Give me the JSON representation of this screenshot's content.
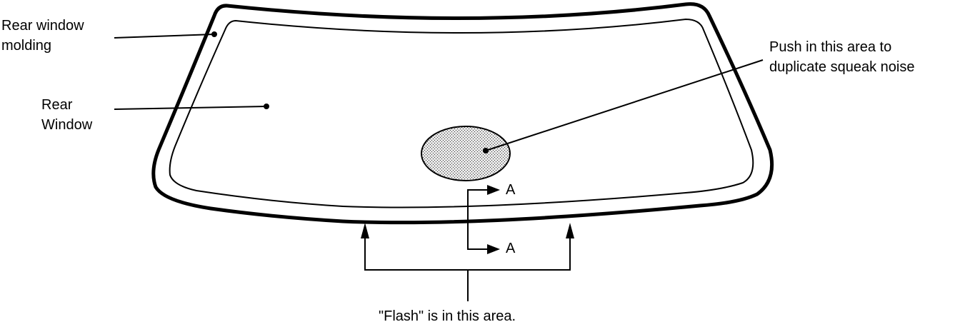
{
  "labels": {
    "molding": [
      "Rear window",
      "molding"
    ],
    "window": [
      "Rear",
      "Window"
    ],
    "squeak": [
      "Push in this area to",
      "duplicate squeak noise"
    ],
    "flash": "\"Flash\" is in this area.",
    "section_marker": "A"
  },
  "colors": {
    "line": "#000000",
    "background": "#ffffff",
    "squeak_area_fill": "#c8c8c8"
  }
}
